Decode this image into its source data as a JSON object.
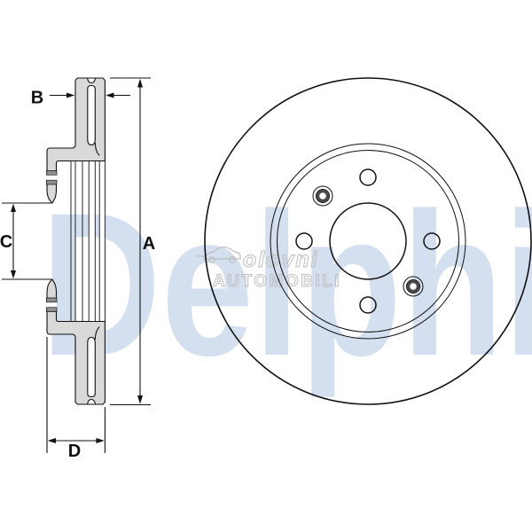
{
  "dimension_labels": {
    "a": "A",
    "b": "B",
    "c": "C",
    "d": "D"
  },
  "watermarks": {
    "brand": "Delphi",
    "brand_color": "#d4dfef",
    "marketplace_line1": "olovni",
    "marketplace_line2": "AUTOMOBILI",
    "marketplace_color": "#bdbdbd"
  },
  "drawing": {
    "background": "#ffffff",
    "line_color": "#111111",
    "section_fill": "#d9d9d9",
    "bolt_hole_shade": "#8f8f8f",
    "pin_ring_shade": "#4a4a4a"
  }
}
